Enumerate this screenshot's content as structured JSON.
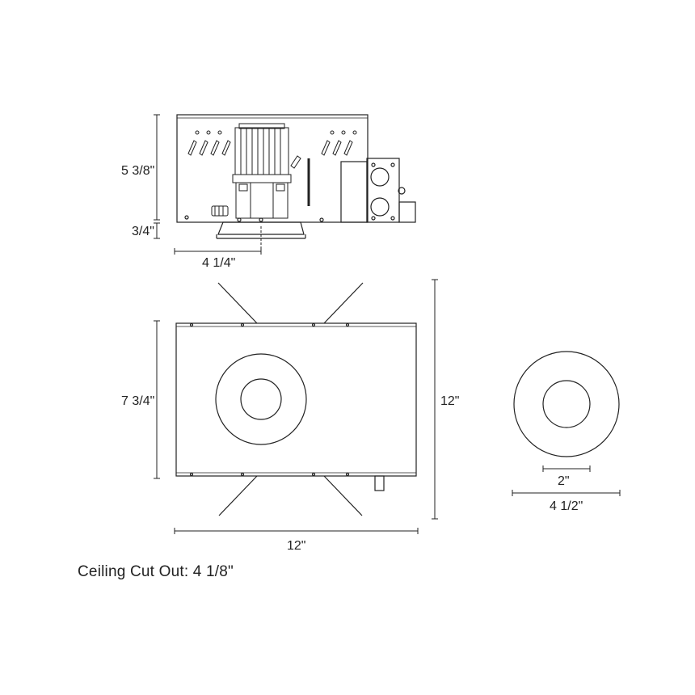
{
  "dimensions": {
    "side_height": "5 3/8\"",
    "trim_depth": "3/4\"",
    "side_offset": "4 1/4\"",
    "plan_depth": "7 3/4\"",
    "plan_length": "12\"",
    "plan_width": "12\"",
    "aperture": "2\"",
    "trim_diameter": "4 1/2\""
  },
  "caption": "Ceiling Cut Out: 4 1/8\""
}
